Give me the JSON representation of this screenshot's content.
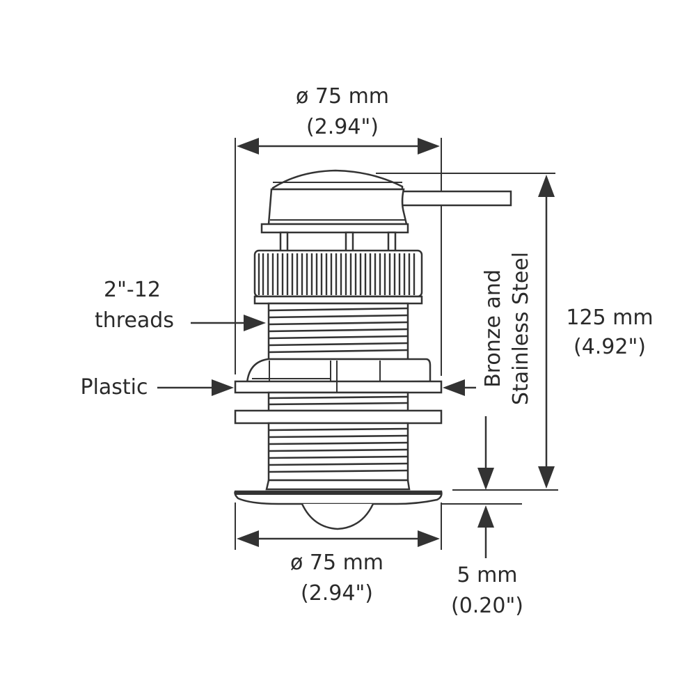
{
  "diagram": {
    "subject": "through-hull transducer dimension drawing",
    "colors": {
      "line": "#333333",
      "background": "#ffffff",
      "text": "#2a2a2a"
    },
    "labels": {
      "top_diameter": {
        "metric": "ø 75 mm",
        "imperial": "(2.94\")"
      },
      "bottom_diameter": {
        "metric": "ø 75 mm",
        "imperial": "(2.94\")"
      },
      "height": {
        "metric": "125 mm",
        "imperial": "(4.92\")"
      },
      "flange_thickness": {
        "metric": "5 mm",
        "imperial": "(0.20\")"
      },
      "threads": {
        "line1": "2\"-12",
        "line2": "threads"
      },
      "plastic": "Plastic",
      "material": {
        "line1": "Bronze and",
        "line2": "Stainless Steel"
      }
    }
  }
}
